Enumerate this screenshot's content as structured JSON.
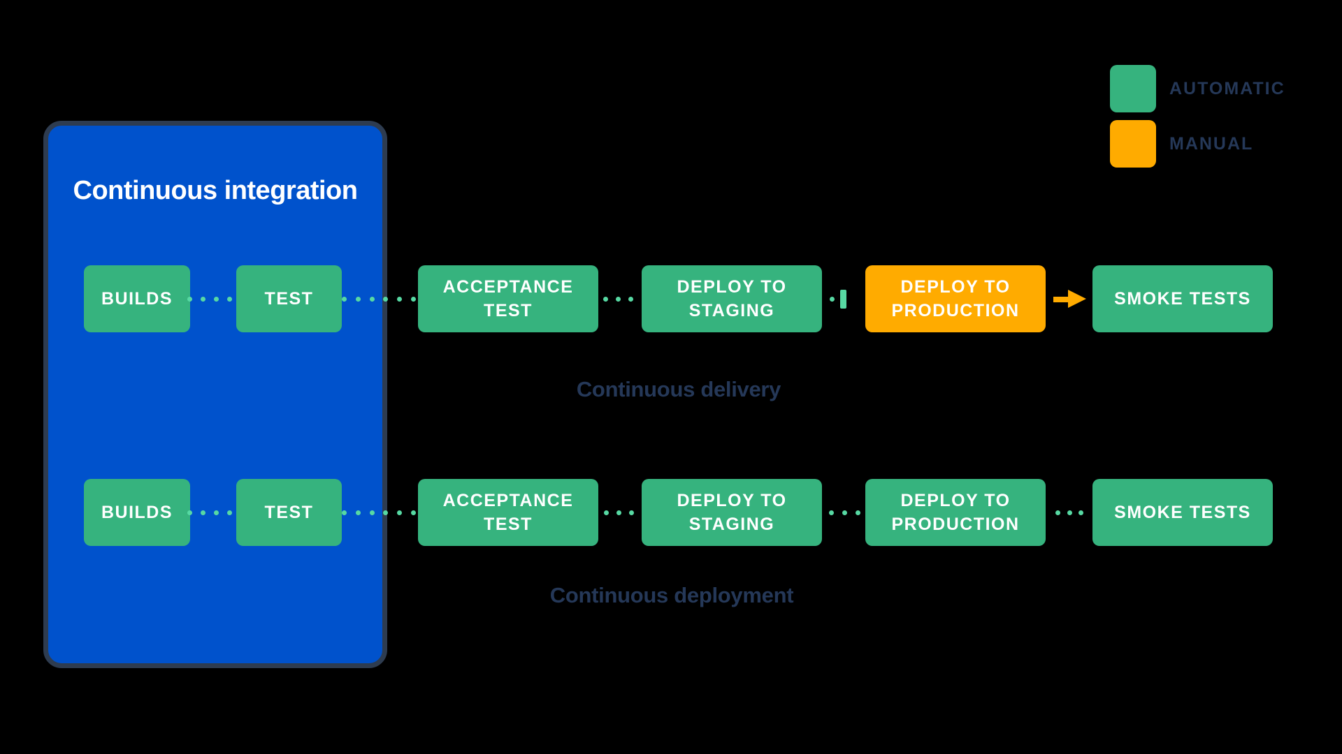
{
  "legend": {
    "items": [
      {
        "label": "AUTOMATIC",
        "color": "#36B37E"
      },
      {
        "label": "MANUAL",
        "color": "#FFAB00"
      }
    ]
  },
  "panel": {
    "title": "Continuous integration"
  },
  "pipelines": [
    {
      "caption": "Continuous delivery",
      "nodes": [
        {
          "label": "BUILDS",
          "type": "automatic"
        },
        {
          "label": "TEST",
          "type": "automatic"
        },
        {
          "label": "ACCEPTANCE TEST",
          "type": "automatic"
        },
        {
          "label": "DEPLOY TO STAGING",
          "type": "automatic"
        },
        {
          "label": "DEPLOY TO PRODUCTION",
          "type": "manual"
        },
        {
          "label": "SMOKE TESTS",
          "type": "automatic"
        }
      ]
    },
    {
      "caption": "Continuous deployment",
      "nodes": [
        {
          "label": "BUILDS",
          "type": "automatic"
        },
        {
          "label": "TEST",
          "type": "automatic"
        },
        {
          "label": "ACCEPTANCE TEST",
          "type": "automatic"
        },
        {
          "label": "DEPLOY TO STAGING",
          "type": "automatic"
        },
        {
          "label": "DEPLOY TO PRODUCTION",
          "type": "automatic"
        },
        {
          "label": "SMOKE TESTS",
          "type": "automatic"
        }
      ]
    }
  ],
  "colors": {
    "automatic": "#36B37E",
    "manual": "#FFAB00",
    "panel_blue": "#0052CC",
    "panel_border": "#2E3C50",
    "connector": "#57D9A3",
    "text_navy": "#253858",
    "background": "#000000"
  }
}
